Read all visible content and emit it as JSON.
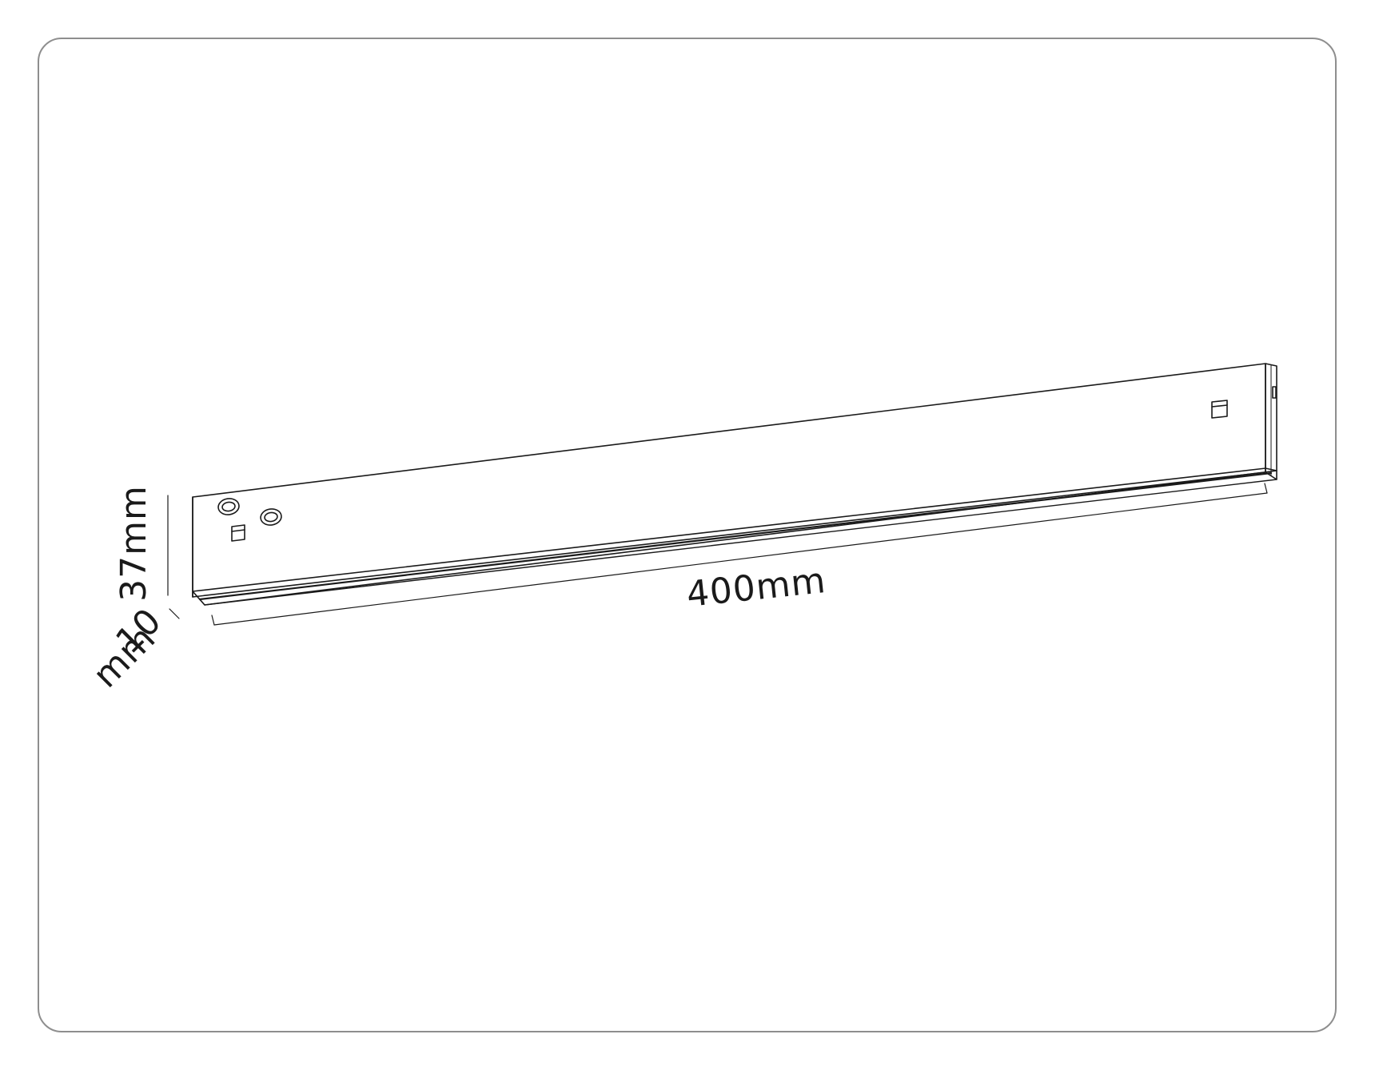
{
  "dimensions": {
    "length": "400mm",
    "height": "37mm",
    "depth_value": "10",
    "depth_unit": "mm"
  },
  "colors": {
    "frame_border": "#8e8e8e",
    "line": "#1a1a1a",
    "background": "#ffffff"
  }
}
